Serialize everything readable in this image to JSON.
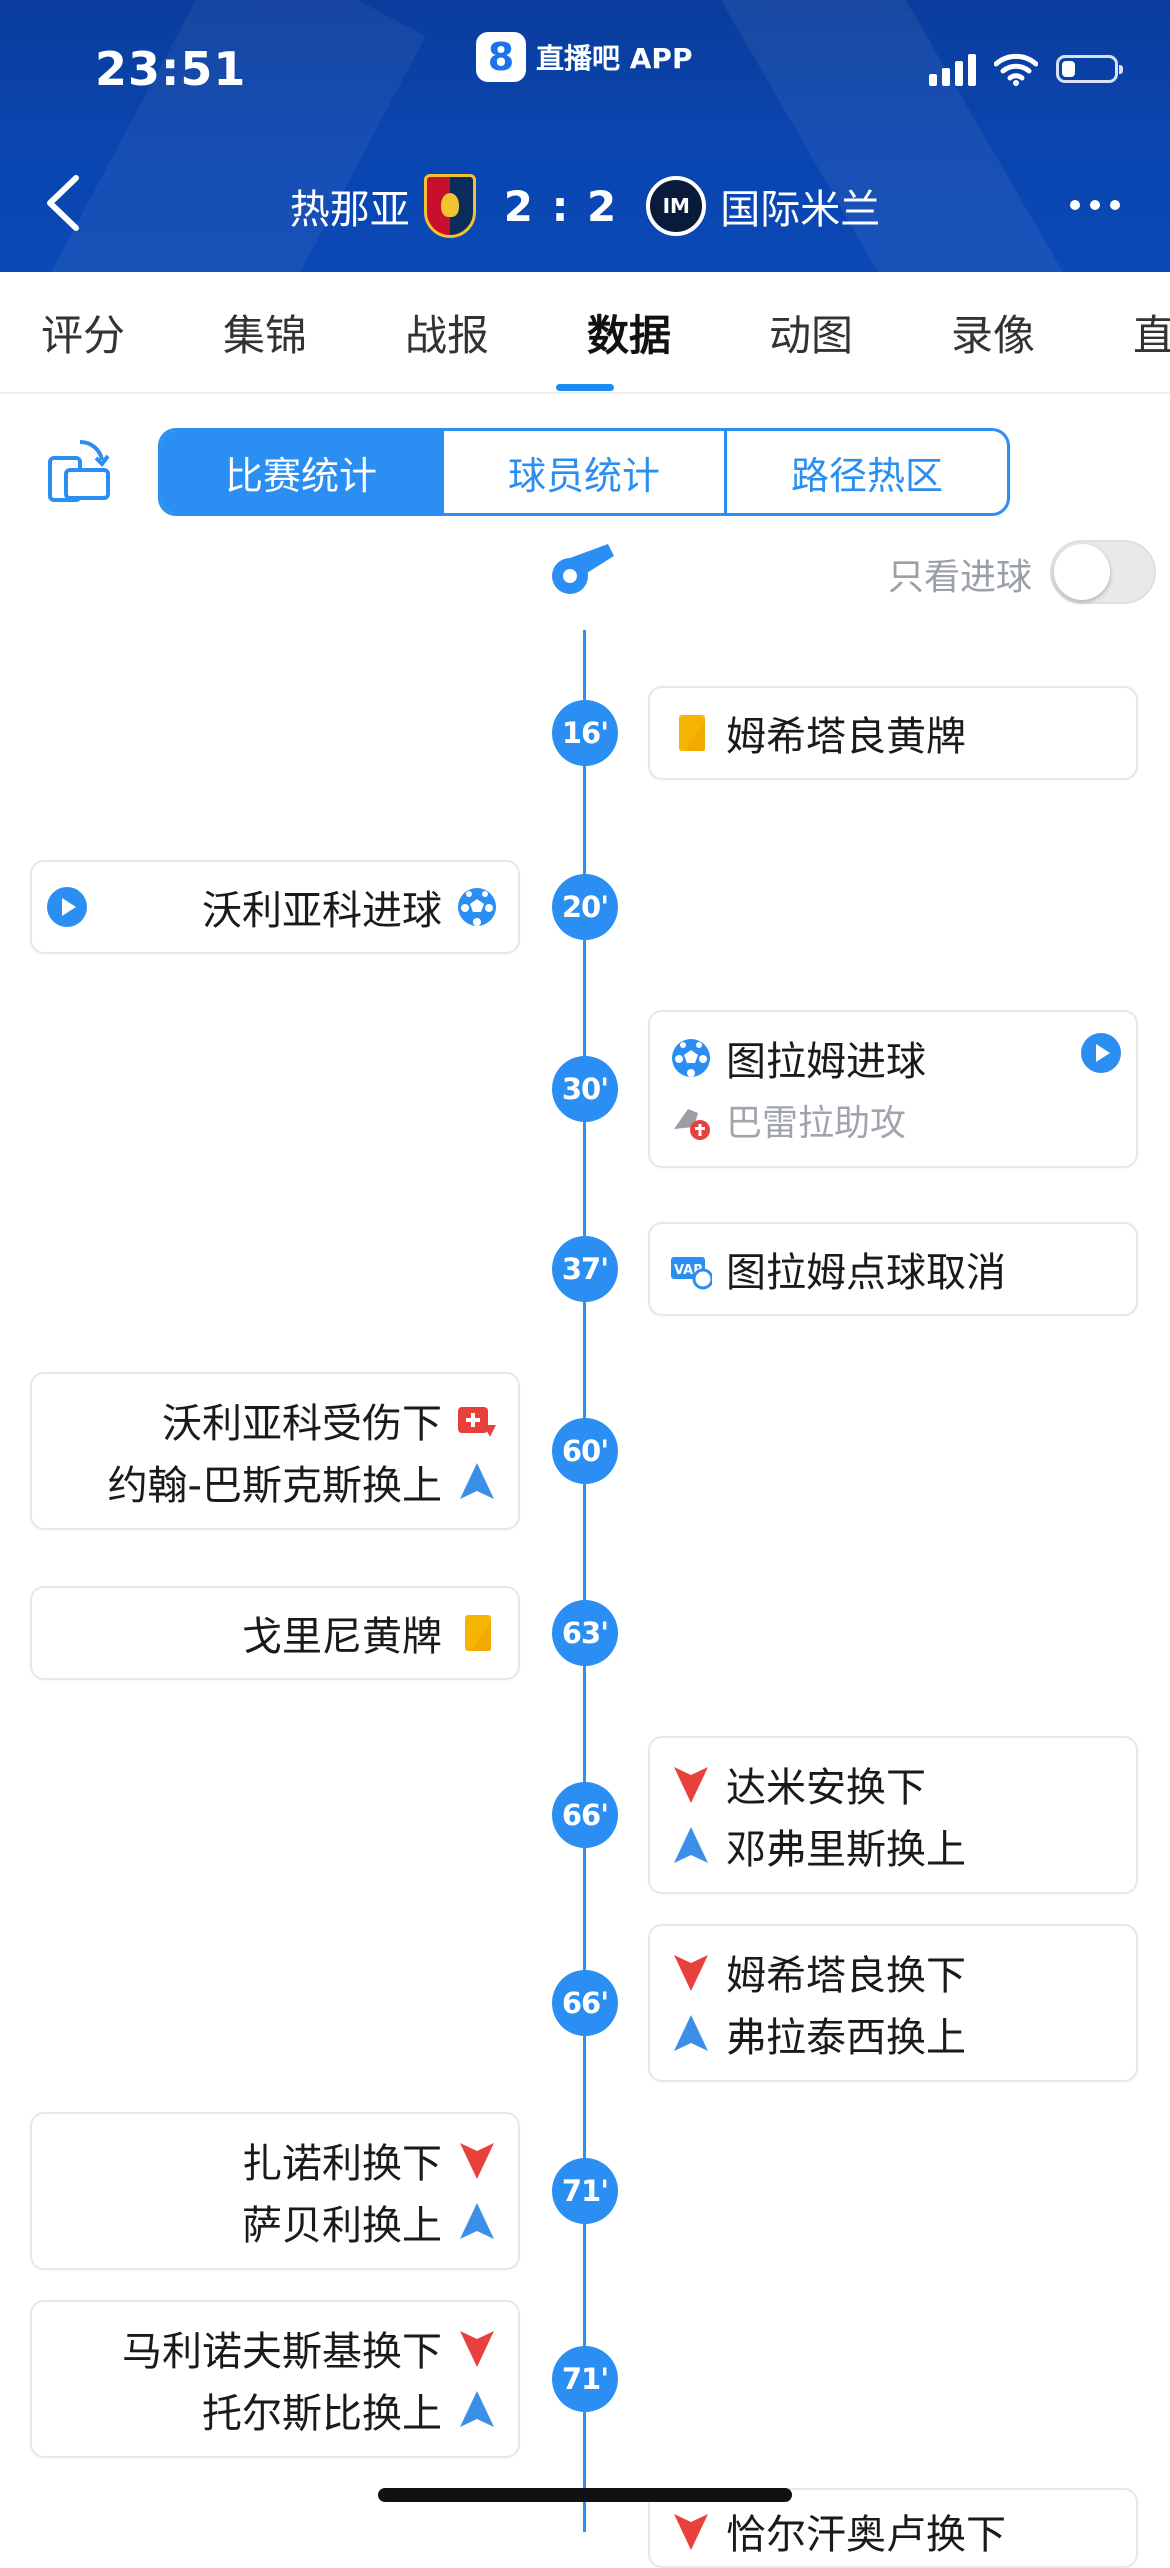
{
  "status_bar": {
    "time": "23:51",
    "app_name": "直播吧 APP",
    "app_logo": "8",
    "battery_percent": 25
  },
  "match": {
    "home_team": "热那亚",
    "away_team": "国际米兰",
    "score": "2 : 2",
    "away_crest_text": "IM"
  },
  "tabs": [
    "评分",
    "集锦",
    "战报",
    "数据",
    "动图",
    "录像",
    "直播"
  ],
  "active_tab": "数据",
  "segments": [
    "比赛统计",
    "球员统计",
    "路径热区"
  ],
  "active_segment": "比赛统计",
  "goals_only_label": "只看进球",
  "goals_only_on": false,
  "events": [
    {
      "minute": "16'",
      "side": "away",
      "lines": [
        {
          "icon": "yellow-card-icon",
          "text": "姆希塔良黄牌"
        }
      ]
    },
    {
      "minute": "20'",
      "side": "home",
      "video": true,
      "lines": [
        {
          "icon": "goal-ball-icon",
          "text": "沃利亚科进球"
        }
      ]
    },
    {
      "minute": "30'",
      "side": "away",
      "video": true,
      "lines": [
        {
          "icon": "goal-ball-icon",
          "text": "图拉姆进球"
        },
        {
          "icon": "assist-boot-icon",
          "text": "巴雷拉助攻",
          "muted": true
        }
      ]
    },
    {
      "minute": "37'",
      "side": "away",
      "lines": [
        {
          "icon": "var-icon",
          "text": "图拉姆点球取消"
        }
      ]
    },
    {
      "minute": "60'",
      "side": "home",
      "lines": [
        {
          "icon": "injury-icon",
          "text": "沃利亚科受伤下"
        },
        {
          "icon": "sub-in-icon",
          "text": "约翰-巴斯克斯换上"
        }
      ]
    },
    {
      "minute": "63'",
      "side": "home",
      "lines": [
        {
          "icon": "yellow-card-icon",
          "text": "戈里尼黄牌"
        }
      ]
    },
    {
      "minute": "66'",
      "side": "away",
      "lines": [
        {
          "icon": "sub-out-icon",
          "text": "达米安换下"
        },
        {
          "icon": "sub-in-icon",
          "text": "邓弗里斯换上"
        }
      ]
    },
    {
      "minute": "66'",
      "side": "away",
      "lines": [
        {
          "icon": "sub-out-icon",
          "text": "姆希塔良换下"
        },
        {
          "icon": "sub-in-icon",
          "text": "弗拉泰西换上"
        }
      ]
    },
    {
      "minute": "71'",
      "side": "home",
      "lines": [
        {
          "icon": "sub-out-icon",
          "text": "扎诺利换下"
        },
        {
          "icon": "sub-in-icon",
          "text": "萨贝利换上"
        }
      ]
    },
    {
      "minute": "71'",
      "side": "home",
      "lines": [
        {
          "icon": "sub-out-icon",
          "text": "马利诺夫斯基换下"
        },
        {
          "icon": "sub-in-icon",
          "text": "托尔斯比换上"
        }
      ]
    },
    {
      "minute": "",
      "side": "away",
      "lines": [
        {
          "icon": "sub-out-icon",
          "text": "恰尔汗奥卢换下"
        }
      ]
    }
  ],
  "colors": {
    "accent": "#2a8ef2",
    "header": "#0a45b0",
    "yellow_card": "#f5b400",
    "sub_out": "#e8413c",
    "sub_in": "#3b8fe8"
  }
}
